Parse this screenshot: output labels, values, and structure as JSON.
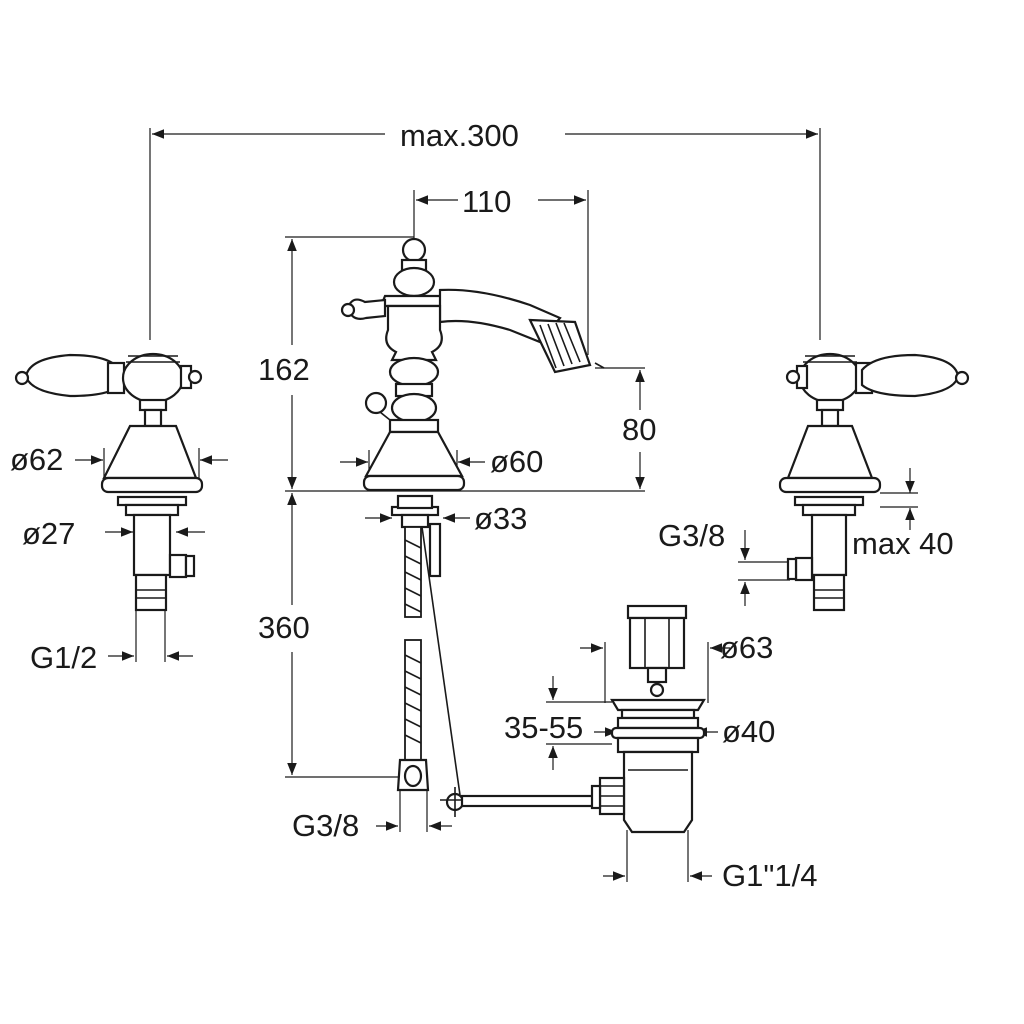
{
  "dimensions": {
    "max_width": "max.300",
    "spout_reach": "110",
    "height_total": "162",
    "spout_height": "80",
    "base_left": "ø62",
    "base_center": "ø60",
    "shank_left": "ø27",
    "shank_center": "ø33",
    "thread_left": "G1/2",
    "thread_right": "G3/8",
    "max_thickness": "max 40",
    "hose_length": "360",
    "waste_top": "ø63",
    "waste_range": "35-55",
    "waste_hole": "ø40",
    "hose_thread": "G3/8",
    "waste_thread": "G1\"1/4"
  }
}
